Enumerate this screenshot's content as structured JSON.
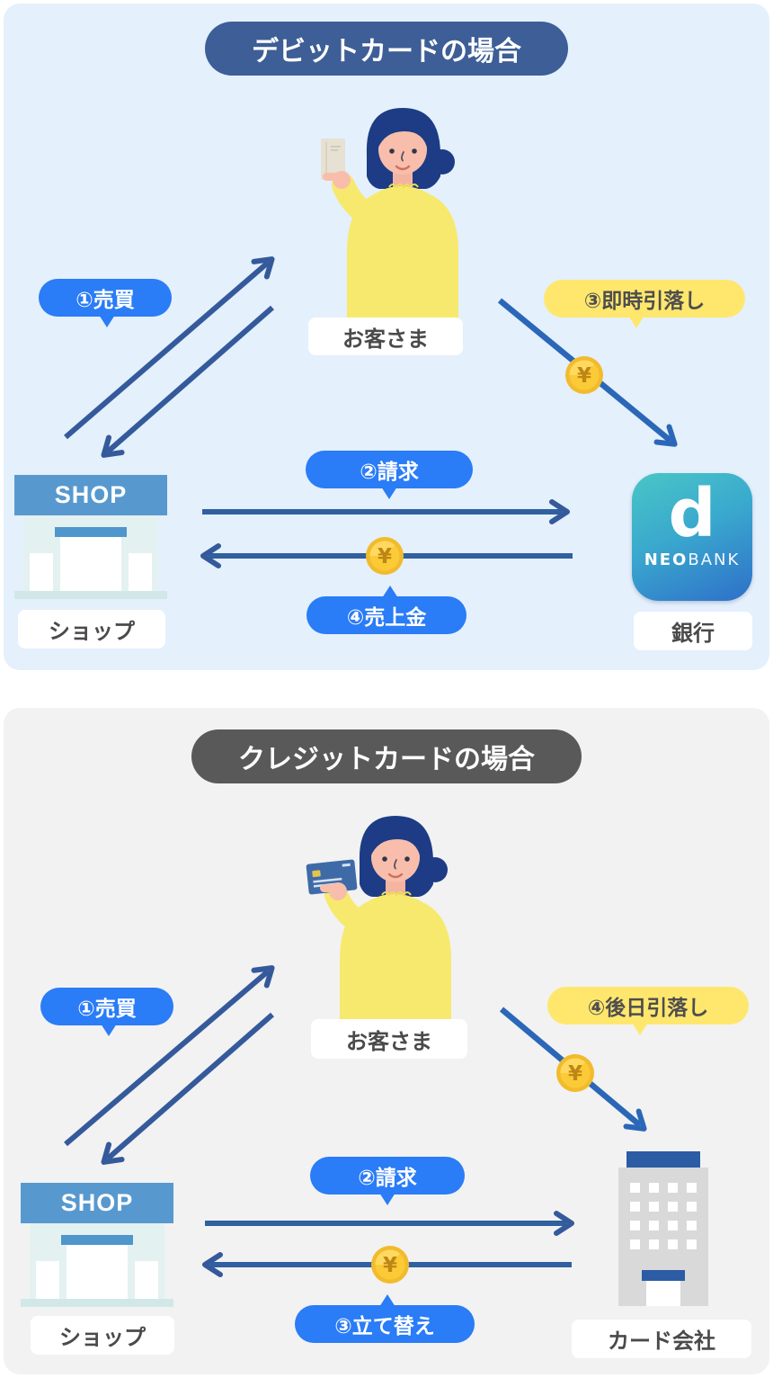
{
  "colors": {
    "panel_debit_bg": "#E4F0FC",
    "panel_credit_bg": "#F2F2F3",
    "title_debit_bg": "#3D5E96",
    "title_credit_bg": "#595959",
    "bubble_blue": "#2A7CF7",
    "bubble_yellow": "#FFE76E",
    "arrow_navy": "#355A9B",
    "arrow_bright": "#2B67B8",
    "coin_gold": "#FBCB37",
    "shop_sign_blue": "#5799CE",
    "building_blue": "#2C5CA4"
  },
  "debit": {
    "title": "デビットカードの場合",
    "actors": {
      "customer": "お客さま",
      "shop_sign": "SHOP",
      "shop": "ショップ",
      "bank": "銀行"
    },
    "bank_logo": {
      "letter": "d",
      "brand_bold": "NEO",
      "brand_light": "BANK"
    },
    "steps": {
      "s1": "①売買",
      "s2": "②請求",
      "s3": "③即時引落し",
      "s4": "④売上金"
    },
    "coin": "¥"
  },
  "credit": {
    "title": "クレジットカードの場合",
    "actors": {
      "customer": "お客さま",
      "shop_sign": "SHOP",
      "shop": "ショップ",
      "card_company": "カード会社"
    },
    "steps": {
      "s1": "①売買",
      "s2": "②請求",
      "s3": "③立て替え",
      "s4": "④後日引落し"
    },
    "coin": "¥"
  }
}
